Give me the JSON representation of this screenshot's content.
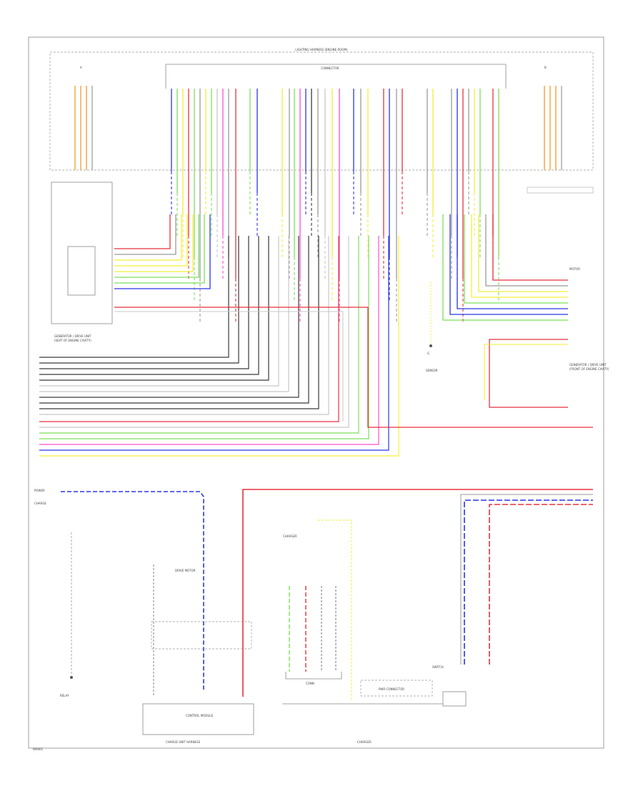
{
  "labels": {
    "top_harness": "LIGHTING HARNESS (ENGINE ROOM)",
    "connector_left": "A",
    "connector_right": "B",
    "mid_block": "CONNECTOR",
    "gen_left_title": "GENERATOR / DRIVE UNIT",
    "gen_left_loc": "(SEAT OF ENGINE CAVITY)",
    "gen_right_title": "GENERATOR / DRIVE UNIT",
    "gen_right_loc": "(FRONT OF ENGINE CAVITY)",
    "motor_top_right": "MOTOR",
    "ground_center": "G",
    "center_component": "SENSOR",
    "left_block_a": "POWER",
    "left_block_b": "CHARGE",
    "drive_unit": "DRIVE MOTOR",
    "relay_label": "RELAY",
    "bottom_left_module": "CONTROL MODULE",
    "bottom_center_title": "CHARGER",
    "bottom_center_box1": "CONN",
    "bottom_center_box2": "PWR CONNECTOR",
    "bottom_right_label": "SWITCH",
    "bottom_caption_left": "CHARGE UNIT HARNESS",
    "bottom_caption_right": "CHARGER",
    "corner_code": "W0001"
  },
  "colors": {
    "red": "#e8323c",
    "blue": "#2b35e6",
    "green": "#7be05a",
    "yellow": "#f2ef3a",
    "pink": "#ff4fcf",
    "orange": "#f3a23b",
    "gray": "#9a9a9a",
    "black": "#3a3a3a",
    "lightgray": "#c8c8c8",
    "border": "#8a8a8a"
  }
}
